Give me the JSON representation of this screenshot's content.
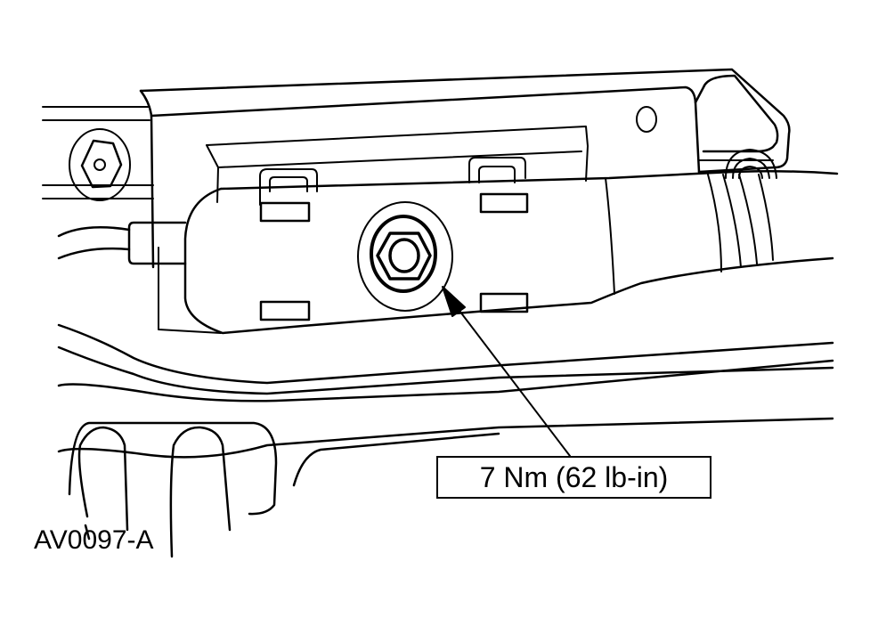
{
  "figure": {
    "id_label": "AV0097-A",
    "torque_callout": "7 Nm (62 lb-in)",
    "line_color": "#000000",
    "background_color": "#ffffff"
  },
  "components": {
    "bracket": "mounting-bracket",
    "module": "actuator-module",
    "fastener": "hex-nut",
    "left_bolt": "hex-bolt",
    "cable": "wire-harness",
    "arrow": "callout-arrow"
  }
}
